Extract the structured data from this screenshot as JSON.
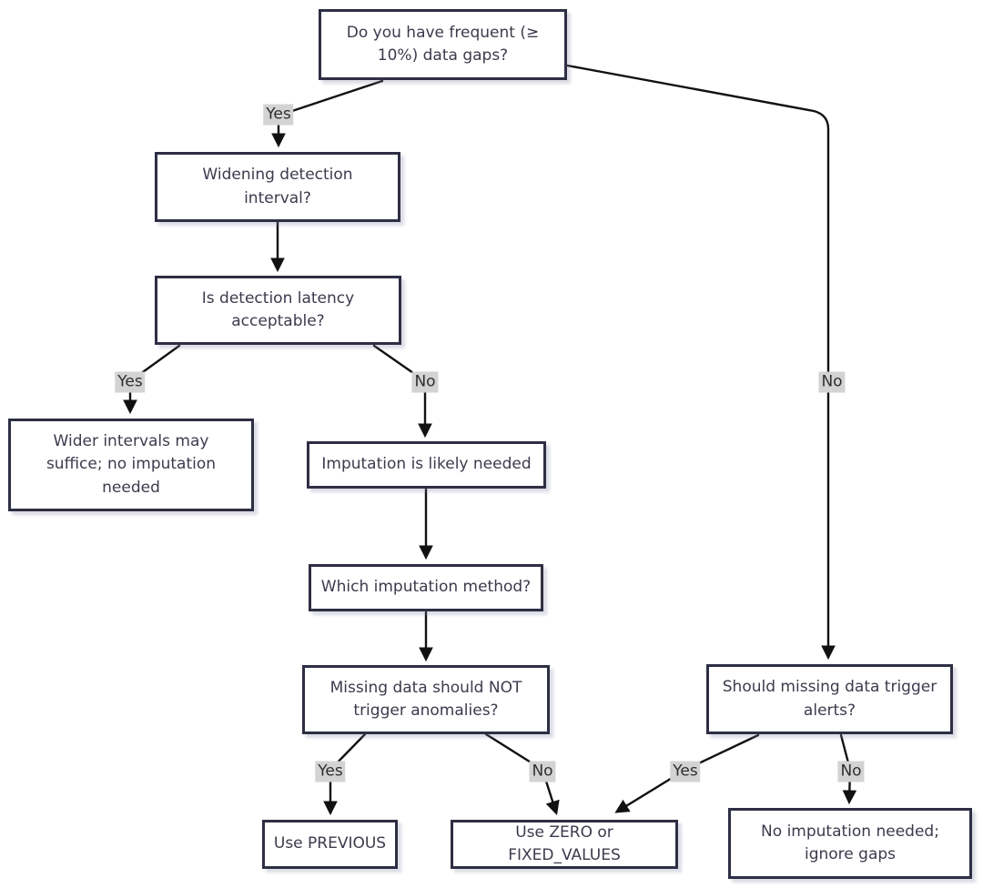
{
  "diagram": {
    "type": "flowchart",
    "colors": {
      "background": "#ffffff",
      "node_border": "#2e2e44",
      "node_fill": "#ffffff",
      "node_text": "#3b3b4d",
      "edge": "#111111",
      "edge_label_bg": "#d3d3d3",
      "edge_label_text": "#2f2f33"
    },
    "nodes": [
      {
        "id": "q-data-gaps",
        "label": "Do you have frequent (≥ 10%) data gaps?"
      },
      {
        "id": "q-widening-interval",
        "label": "Widening detection interval?"
      },
      {
        "id": "q-latency",
        "label": "Is detection latency acceptable?"
      },
      {
        "id": "wider-intervals-ok",
        "label": "Wider intervals may suffice; no imputation needed"
      },
      {
        "id": "imputation-needed",
        "label": "Imputation is likely needed"
      },
      {
        "id": "q-which-method",
        "label": "Which imputation method?"
      },
      {
        "id": "q-not-trigger",
        "label": "Missing data should NOT trigger anomalies?"
      },
      {
        "id": "use-previous",
        "label": "Use PREVIOUS"
      },
      {
        "id": "use-zero-fixed",
        "label": "Use ZERO or FIXED_VALUES"
      },
      {
        "id": "q-trigger-alerts",
        "label": "Should missing data trigger alerts?"
      },
      {
        "id": "no-imputation",
        "label": "No imputation needed; ignore gaps"
      }
    ],
    "edge_labels": [
      {
        "text": "Yes"
      },
      {
        "text": "Yes"
      },
      {
        "text": "No"
      },
      {
        "text": "No"
      },
      {
        "text": "Yes"
      },
      {
        "text": "No"
      },
      {
        "text": "Yes"
      },
      {
        "text": "No"
      }
    ]
  }
}
